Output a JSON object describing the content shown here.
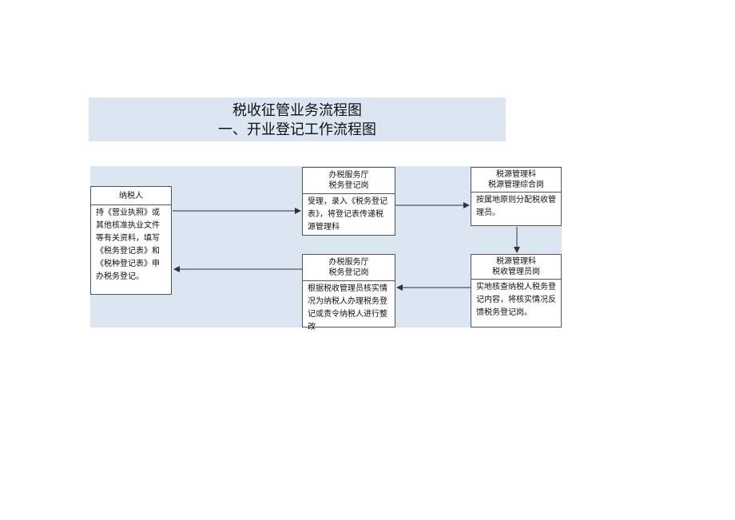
{
  "title": {
    "line1": "税收征管业务流程图",
    "line2": "一、开业登记工作流程图"
  },
  "flow": {
    "taxpayer": {
      "header": "纳税人",
      "body": "持《营业执照》或其他核准执业文件等有关资料，填写《税务登记表》和《税种登记表》申办税务登记。"
    },
    "service_top": {
      "header1": "办税服务厅",
      "header2": "税务登记岗",
      "body": "受理，录入《税务登记表》，将登记表传递税源管理科"
    },
    "source_top": {
      "header1": "税源管理科",
      "header2": "税源管理综合岗",
      "body": "按属地原则分配税收管理员。"
    },
    "source_bottom": {
      "header1": "税源管理科",
      "header2": "税收管理员岗",
      "body": "实地核查纳税人税务登记内容，将核实情况反馈税务登记岗。"
    },
    "service_bottom": {
      "header1": "办税服务厅",
      "header2": "税务登记岗",
      "body": "根据税收管理员核实情况为纳税人办理税务登记或责令纳税人进行整改"
    }
  }
}
